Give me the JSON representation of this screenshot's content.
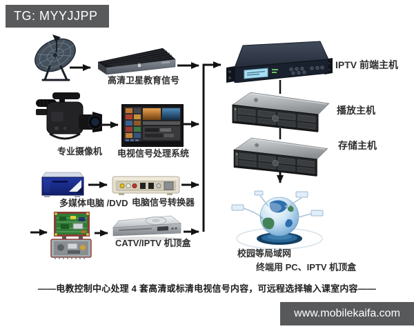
{
  "badge": {
    "text": "TG: MYYJJPP"
  },
  "nodes": {
    "hd_satellite_signal": "高清卫星教育信号",
    "pro_camera": "专业摄像机",
    "tv_signal_processing": "电视信号处理系统",
    "multimedia_pc_dvd": "多媒体电脑 /DVD",
    "pc_signal_converter": "电脑信号转换器",
    "catv_iptv_stb": "CATV/IPTV 机顶盒",
    "iptv_frontend_host": "IPTV 前端主机",
    "playback_host": "播放主机",
    "storage_host": "存储主机",
    "campus_lan": "校园等局域网",
    "terminal_devices": "终端用 PC、IPTV 机顶盒"
  },
  "caption": {
    "text": "——电教控制中心处理 4 套高清或标清电视信号内容，可远程选择输入课室内容——"
  },
  "watermark": {
    "text": "www.mobilekaifa.com"
  },
  "icons": {
    "satellite_dish": "satellite-dish",
    "receiver": "satellite-receiver-box",
    "camera": "professional-camcorder",
    "monitor": "video-editing-monitor",
    "blue_pc": "multimedia-computer",
    "converter": "signal-converter-box",
    "optical_node": "catv-optical-receiver-circuit",
    "stb": "set-top-box",
    "rack_1u": "iptv-headend-server",
    "rack_2u": "rack-server",
    "globe": "network-globe"
  },
  "colors": {
    "badge_bg": "#595a5c",
    "watermark_bg": "#58595b",
    "arrow": "#121212",
    "label_text": "#2e2e2e",
    "background": "#ffffff"
  }
}
